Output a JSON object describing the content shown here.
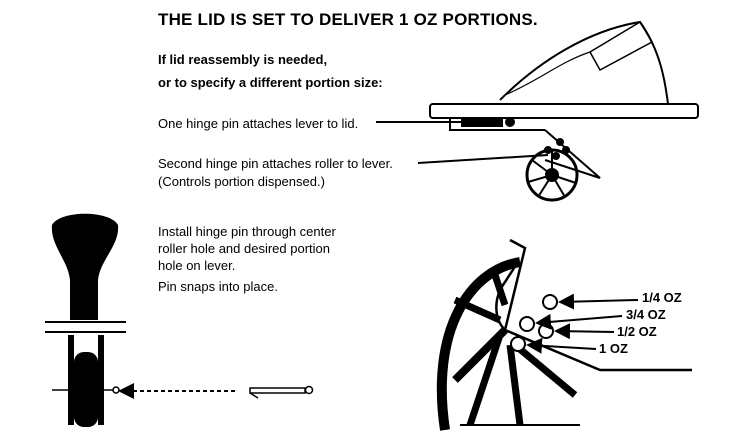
{
  "heading": "THE LID IS SET TO DELIVER 1 OZ PORTIONS.",
  "reassembly": {
    "line1": "If lid reassembly is needed,",
    "line2": "or to specify a different portion size:"
  },
  "callouts": {
    "hinge_lever": "One hinge pin attaches lever to lid.",
    "hinge_roller_line1": "Second hinge pin attaches roller to lever.",
    "hinge_roller_line2": "(Controls portion dispensed.)"
  },
  "install": {
    "line1": "Install hinge pin through center",
    "line2": "roller hole and desired portion",
    "line3": "hole on lever.",
    "line4": "Pin snaps into place."
  },
  "portions": {
    "p14": "1/4 OZ",
    "p34": "3/4 OZ",
    "p12": "1/2 OZ",
    "p1": "1 OZ"
  },
  "colors": {
    "ink": "#000000",
    "paper": "#ffffff"
  }
}
